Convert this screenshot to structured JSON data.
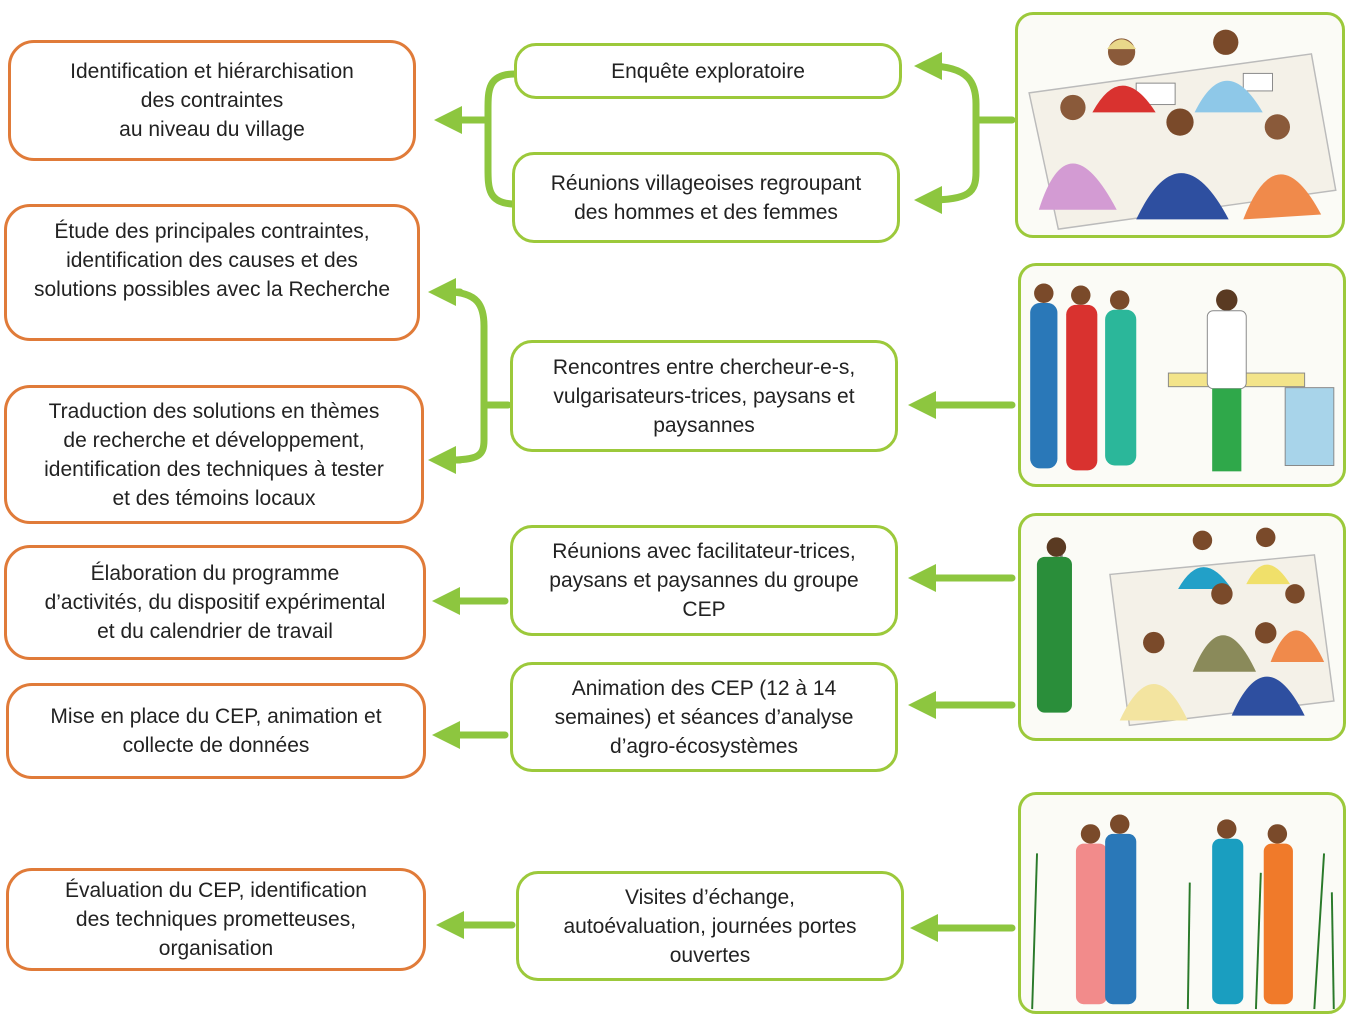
{
  "colors": {
    "orange_border": "#e07b39",
    "green_border": "#9cc93b",
    "arrow": "#8dc63f",
    "text": "#222222"
  },
  "left_steps": [
    "Identification et hiérarchisation\ndes contraintes\nau niveau du village",
    "Étude des principales contraintes,\nidentification des causes et des\nsolutions possibles avec la Recherche",
    "Traduction des solutions en thèmes\nde recherche et développement,\nidentification des techniques à tester\net des témoins locaux",
    "Élaboration du programme\nd’activités, du dispositif expérimental\net du calendrier de travail",
    "Mise en place du CEP, animation et\ncollecte de données",
    "Évaluation du CEP, identification\ndes techniques prometteuses,\norganisation"
  ],
  "middle_activities": [
    "Enquête exploratoire",
    "Réunions villageoises regroupant\ndes hommes et des femmes",
    "Rencontres entre chercheur-e-s,\nvulgarisateurs-trices, paysans et\npaysannes",
    "Réunions avec facilitateur-trices,\npaysans et paysannes du groupe\nCEP",
    "Animation des CEP (12 à 14\nsemaines) et séances d’analyse\nd’agro-écosystèmes",
    "Visites d’échange,\nautoévaluation, journées portes\nouvertes"
  ],
  "illustrations": [
    "village-meeting-illustration",
    "researchers-meeting-illustration",
    "field-school-session-illustration",
    "field-visit-illustration"
  ]
}
